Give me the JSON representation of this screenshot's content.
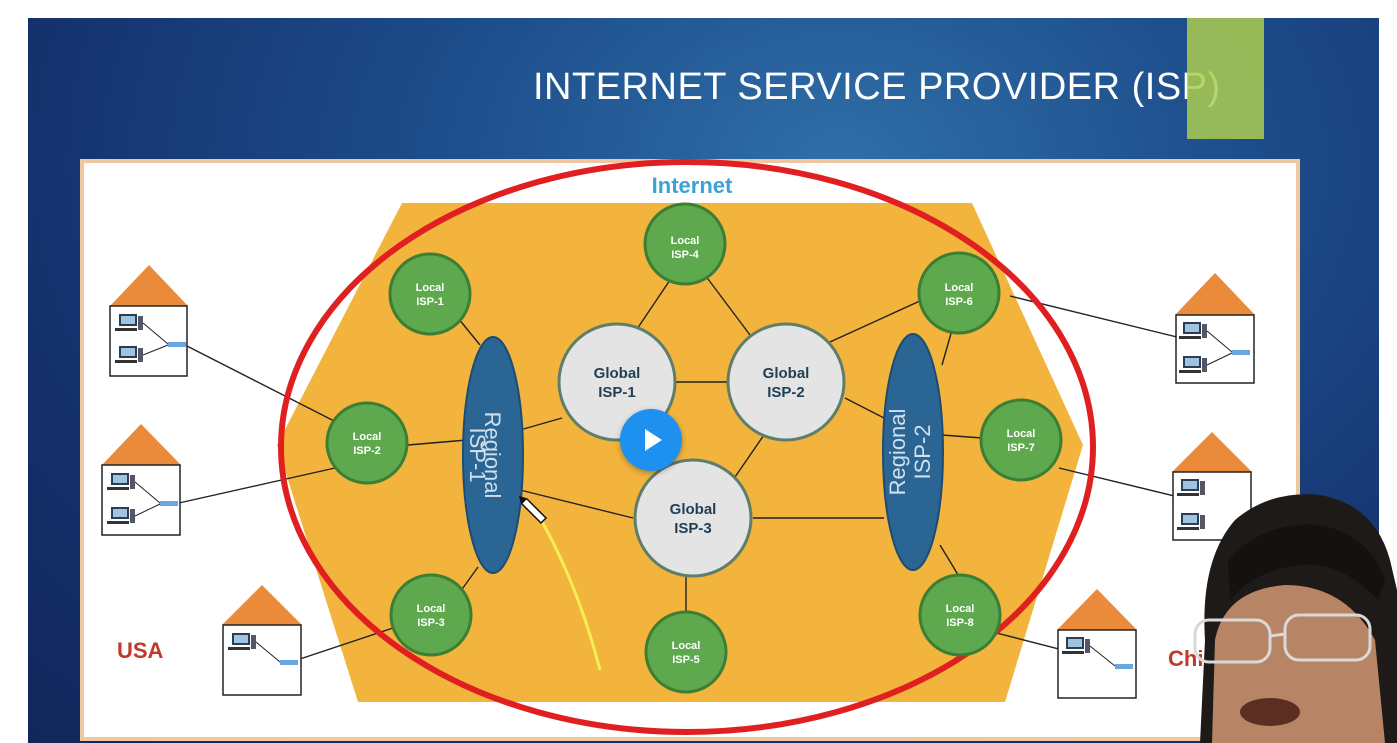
{
  "slide": {
    "title": "INTERNET SERVICE PROVIDER (ISP)",
    "cloud_label": "Internet",
    "region_left": "USA",
    "region_right": "Chi"
  },
  "nodes": {
    "local_1": [
      "Local",
      "ISP-1"
    ],
    "local_2": [
      "Local",
      "ISP-2"
    ],
    "local_3": [
      "Local",
      "ISP-3"
    ],
    "local_4": [
      "Local",
      "ISP-4"
    ],
    "local_5": [
      "Local",
      "ISP-5"
    ],
    "local_6": [
      "Local",
      "ISP-6"
    ],
    "local_7": [
      "Local",
      "ISP-7"
    ],
    "local_8": [
      "Local",
      "ISP-8"
    ],
    "global_1": [
      "Global",
      "ISP-1"
    ],
    "global_2": [
      "Global",
      "ISP-2"
    ],
    "global_3": [
      "Global",
      "ISP-3"
    ],
    "regional_1": [
      "Regional",
      "ISP-1"
    ],
    "regional_2": [
      "Regional",
      "ISP-2"
    ]
  },
  "icons": {
    "play": "play-icon",
    "pen": "pen-cursor-icon",
    "computer": "computer-icon",
    "house": "house-icon",
    "presenter": "presenter-webcam"
  },
  "colors": {
    "slide_bg": "#1d4d8b",
    "hexagon": "#f2b43c",
    "local_node": "#5ea94e",
    "global_node": "#e4e4e4",
    "regional_node": "#2b6593",
    "red_ellipse": "#e02020",
    "internet_label": "#3aa3d6",
    "region_label": "#c0392b",
    "roof": "#ea8a3b",
    "play_button": "#1e90f0",
    "highlight": "#accd50",
    "annotation": "#f5ee55"
  }
}
